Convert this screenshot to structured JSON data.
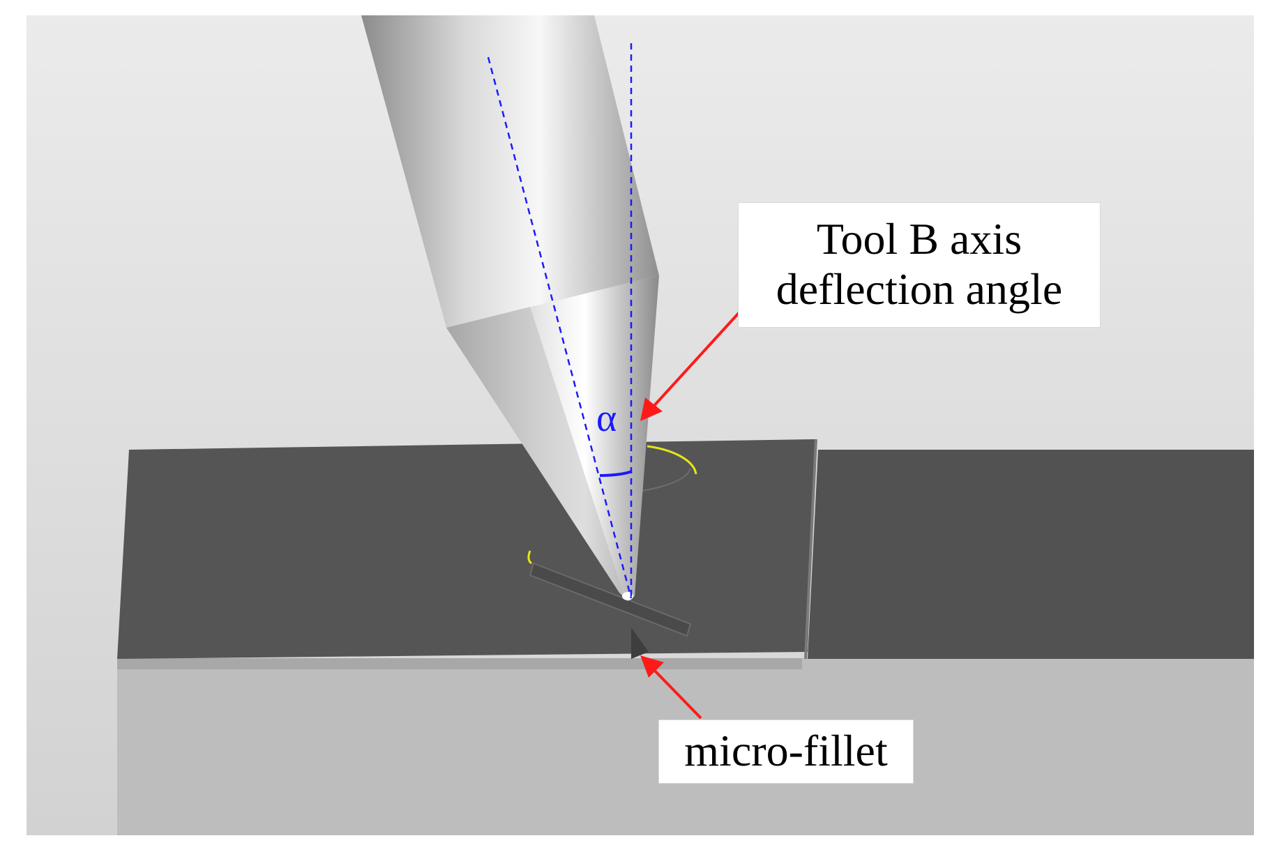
{
  "labels": {
    "axis_line1": "Tool B axis",
    "axis_line2": "deflection angle",
    "fillet": "micro-fillet",
    "angle_symbol": "α"
  },
  "colors": {
    "arrow": "#ff1a1a",
    "axis_line": "#1a1aff",
    "angle_symbol": "#1a1aff",
    "workpiece_top": "#555555",
    "workpiece_side": "#bdbdbd",
    "toolpath": "#e6e619"
  }
}
